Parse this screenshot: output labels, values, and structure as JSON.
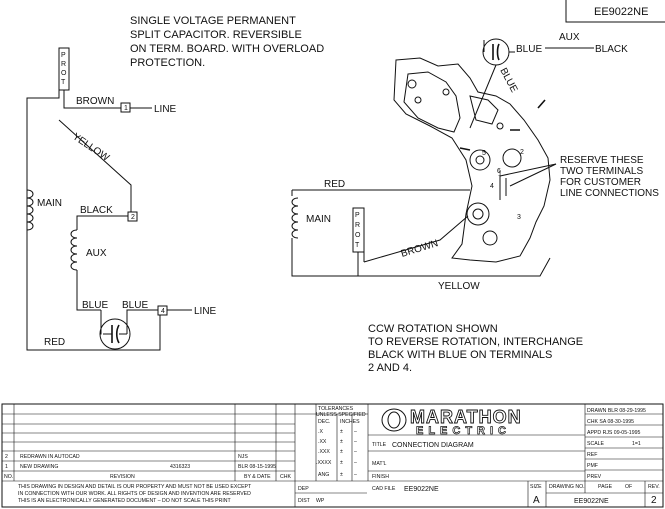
{
  "drawing_id": "EE9022NE",
  "notes": {
    "description": [
      "SINGLE VOLTAGE PERMANENT",
      "SPLIT CAPACITOR. REVERSIBLE",
      "ON TERM. BOARD. WITH OVERLOAD",
      "PROTECTION."
    ],
    "rotation": [
      "CCW ROTATION SHOWN",
      "TO REVERSE ROTATION, INTERCHANGE",
      "BLACK WITH BLUE ON TERMINALS",
      "2 AND 4."
    ],
    "reserve": [
      "RESERVE THESE",
      "TWO TERMINALS",
      "FOR CUSTOMER",
      "LINE CONNECTIONS"
    ]
  },
  "schematic": {
    "prot_letters": [
      "P",
      "R",
      "O",
      "T"
    ],
    "brown": "BROWN",
    "line_top": "LINE",
    "line_bottom": "LINE",
    "yellow": "YELLOW",
    "main": "MAIN",
    "black": "BLACK",
    "aux": "AUX",
    "blue_left": "BLUE",
    "blue_right": "BLUE",
    "red": "RED",
    "term_1": "1",
    "term_2": "2",
    "term_4": "4"
  },
  "pictorial": {
    "blue_cap": "BLUE",
    "aux": "AUX",
    "black": "BLACK",
    "blue_diag": "BLUE",
    "red": "RED",
    "main": "MAIN",
    "prot_letters": [
      "P",
      "R",
      "O",
      "T"
    ],
    "brown": "BROWN",
    "yellow": "YELLOW",
    "terminals": [
      "1",
      "2",
      "3",
      "4",
      "5",
      "6"
    ]
  },
  "title_block": {
    "tolerances_header": [
      "TOLERANCES",
      "UNLESS SPECIFIED"
    ],
    "dec": "DEC.",
    "inches": "INCHES",
    "tol_rows": [
      [
        ".X",
        "±",
        "–"
      ],
      [
        ".XX",
        "±",
        "–"
      ],
      [
        ".XXX",
        "±",
        "–"
      ],
      [
        ".XXXX",
        "±",
        "–"
      ],
      [
        "ANG",
        "±",
        "–"
      ]
    ],
    "logo_top": "MARATHON",
    "logo_bottom": "ELECTRIC",
    "title_label": "TITLE",
    "title": "CONNECTION DIAGRAM",
    "mat_label": "MAT'L",
    "finish_label": "FINISH",
    "cad_label": "CAD FILE",
    "cad_file": "EE9022NE",
    "drawn": "DRAWN BLR 08-29-1995",
    "chk": "CHK  SA  08-30-1995",
    "appd": "APPD  RJS 09-05-1995",
    "scale_label": "SCALE",
    "scale": "1=1",
    "ref": "REF",
    "pmf": "PMF",
    "prev": "PREV",
    "size_label": "SIZE",
    "size": "A",
    "drawing_no_label": "DRAWING NO.",
    "page_label": "PAGE",
    "of_label": "OF",
    "rev_label": "REV.",
    "drawing_no": "EE9022NE",
    "rev": "2",
    "dep_label": "DEP",
    "dist_label": "DIST",
    "dist": "WP",
    "revisions": [
      {
        "no": "2",
        "desc": "REDRAWN IN AUTOCAD",
        "num": "",
        "by": "NJS",
        "chk": ""
      },
      {
        "no": "1",
        "desc": "NEW DRAWING",
        "num": "4316323",
        "by": "BLR  08-15-1995",
        "chk": ""
      }
    ],
    "col_no": "NO.",
    "col_rev": "REVISION",
    "col_by": "BY & DATE",
    "col_chk": "CHK",
    "notice": [
      "THIS DRAWING IN DESIGN AND DETAIL IS OUR PROPERTY AND MUST NOT BE USED EXCEPT",
      "IN CONNECTION WITH OUR WORK. ALL RIGHTS OF DESIGN AND INVENTION ARE RESERVED",
      "THIS IS AN ELECTRONICALLY GENERATED DOCUMENT – DO NOT SCALE THIS PRINT"
    ]
  }
}
